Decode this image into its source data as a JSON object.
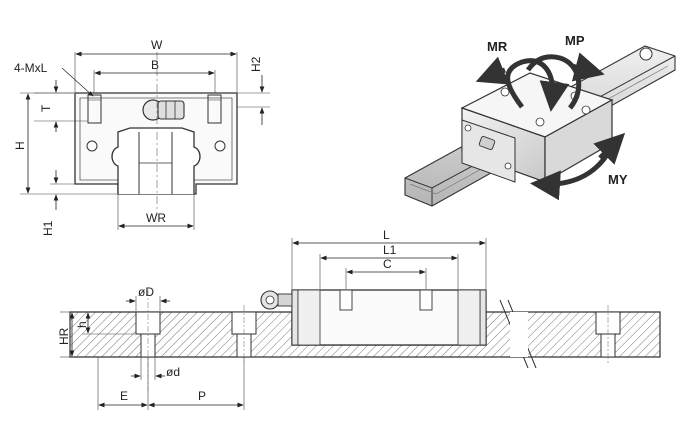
{
  "labels": {
    "W": "W",
    "B": "B",
    "mxl": "4-MxL",
    "H2": "H2",
    "T": "T",
    "H": "H",
    "H1": "H1",
    "WR": "WR",
    "L": "L",
    "L1": "L1",
    "C": "C",
    "D": "øD",
    "d": "ød",
    "HR": "HR",
    "h": "h",
    "E": "E",
    "P": "P",
    "MR": "MR",
    "MP": "MP",
    "MY": "MY"
  }
}
